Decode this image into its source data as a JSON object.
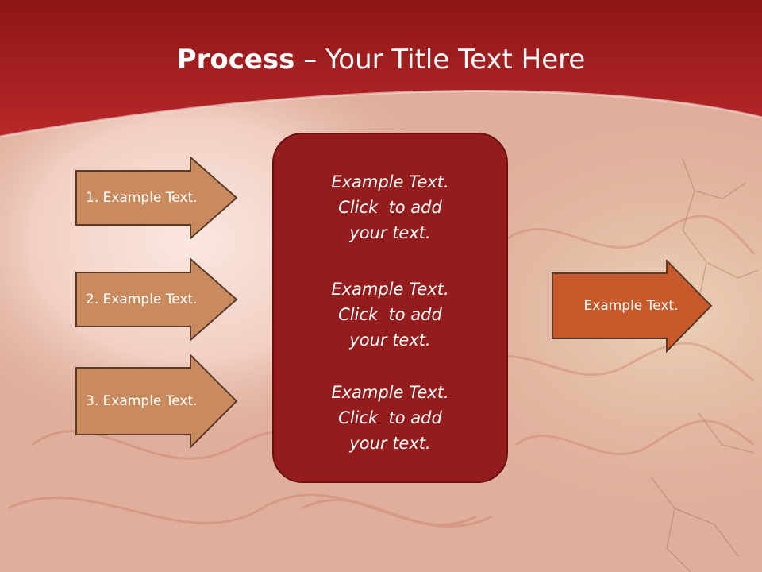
{
  "slide": {
    "title_bold": "Process",
    "title_dash": " – ",
    "title_rest": "Your Title Text Here"
  },
  "left_arrows": [
    {
      "label": "1. Example Text."
    },
    {
      "label": "2. Example Text."
    },
    {
      "label": "3. Example Text."
    }
  ],
  "center_box": {
    "paragraphs": [
      {
        "line1": "Example Text.",
        "line2": "Click  to add",
        "line3": "your text."
      },
      {
        "line1": "Example Text.",
        "line2": "Click  to add",
        "line3": "your text."
      },
      {
        "line1": "Example Text.",
        "line2": "Click  to add",
        "line3": "your text."
      }
    ]
  },
  "right_arrow": {
    "label": "Example Text."
  },
  "colors": {
    "header_red": "#a81d1d",
    "left_arrow_fill": "#c98a5e",
    "center_box_fill": "#941c1c",
    "right_arrow_fill": "#c8592a",
    "arrow_stroke": "#5a3a2a"
  }
}
